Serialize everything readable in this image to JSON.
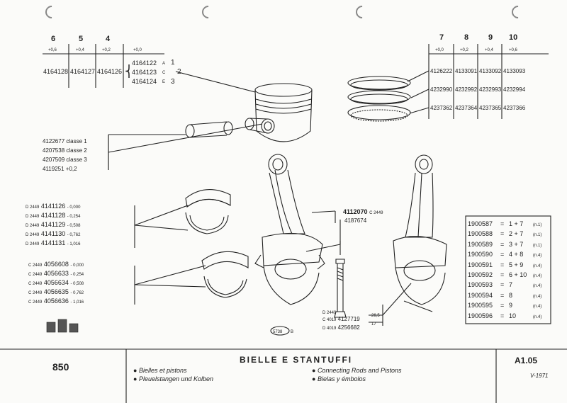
{
  "top_left_table": {
    "cols": [
      {
        "num": "6",
        "tol": "+0,6",
        "part": "4164128"
      },
      {
        "num": "5",
        "tol": "+0,4",
        "part": "4164127"
      },
      {
        "num": "4",
        "tol": "+0,2",
        "part": "4164126"
      }
    ],
    "base": {
      "tol": "+0,0",
      "parts": [
        "4164122",
        "4164123",
        "4164124"
      ]
    },
    "classes": [
      "A",
      "C",
      "E"
    ],
    "refs": [
      "1",
      "2",
      "3"
    ]
  },
  "top_right_table": {
    "cols": [
      {
        "num": "7",
        "tol": "+0,0"
      },
      {
        "num": "8",
        "tol": "+0,2"
      },
      {
        "num": "9",
        "tol": "+0,4"
      },
      {
        "num": "10",
        "tol": "+0,6"
      }
    ],
    "rows": [
      [
        "4126222",
        "4133091",
        "4133092",
        "4133093"
      ],
      [
        "4232990",
        "4232992",
        "4232993",
        "4232994"
      ],
      [
        "4237362",
        "4237364",
        "4237365",
        "4237366"
      ]
    ]
  },
  "pin_list": [
    "4122677 classe 1",
    "4207538 classe 2",
    "4207509 classe 3",
    "4119251 +0,2"
  ],
  "bearing_list_d": [
    {
      "prefix": "D 2449",
      "part": "4141126",
      "size": "- 0,000"
    },
    {
      "prefix": "D 2449",
      "part": "4141128",
      "size": "- 0,254"
    },
    {
      "prefix": "D 2449",
      "part": "4141129",
      "size": "- 0,508"
    },
    {
      "prefix": "D 2449",
      "part": "4141130",
      "size": "- 0,762"
    },
    {
      "prefix": "D 2449",
      "part": "4141131",
      "size": "- 1,016"
    }
  ],
  "bearing_list_c": [
    {
      "prefix": "C 2449",
      "part": "4056608",
      "size": "- 0,000"
    },
    {
      "prefix": "C 2449",
      "part": "4056633",
      "size": "- 0,254"
    },
    {
      "prefix": "C 2449",
      "part": "4056634",
      "size": "- 0,508"
    },
    {
      "prefix": "C 2449",
      "part": "4056635",
      "size": "- 0,762"
    },
    {
      "prefix": "C 2449",
      "part": "4056636",
      "size": "- 1,016"
    }
  ],
  "rod_labels": {
    "main": "4112070",
    "main_suffix": "C 2449",
    "rod_nut": "4187674",
    "bolt_d": "D 2449",
    "bolt_c_prefix": "C 4019",
    "bolt_c": "4127719",
    "bolt_d2_prefix": "D 4019",
    "bolt_d2": "4256682",
    "dim1": "26,5",
    "dim2": "17",
    "stamp": "5738",
    "stamp_b": "B"
  },
  "kits": [
    {
      "part": "1900587",
      "eq": "=",
      "combo": "1 + 7",
      "qty": "(n.1)"
    },
    {
      "part": "1900588",
      "eq": "=",
      "combo": "2 + 7",
      "qty": "(n.1)"
    },
    {
      "part": "1900589",
      "eq": "=",
      "combo": "3 + 7",
      "qty": "(n.1)"
    },
    {
      "part": "1900590",
      "eq": "=",
      "combo": "4 + 8",
      "qty": "(n.4)"
    },
    {
      "part": "1900591",
      "eq": "=",
      "combo": "5 + 9",
      "qty": "(n.4)"
    },
    {
      "part": "1900592",
      "eq": "=",
      "combo": "6 + 10",
      "qty": "(n.4)"
    },
    {
      "part": "1900593",
      "eq": "=",
      "combo": "7",
      "qty": "(n.4)"
    },
    {
      "part": "1900594",
      "eq": "=",
      "combo": "8",
      "qty": "(n.4)"
    },
    {
      "part": "1900595",
      "eq": "=",
      "combo": "9",
      "qty": "(n.4)"
    },
    {
      "part": "1900596",
      "eq": "=",
      "combo": "10",
      "qty": "(n.4)"
    }
  ],
  "footer": {
    "model": "850",
    "title": "BIELLE E STANTUFFI",
    "code": "A1.05",
    "date": "V-1971",
    "langs": [
      "Bielles et pistons",
      "Pleuelstangen und Kolben",
      "Connecting Rods and Pistons",
      "Bielas y émbolos"
    ]
  }
}
